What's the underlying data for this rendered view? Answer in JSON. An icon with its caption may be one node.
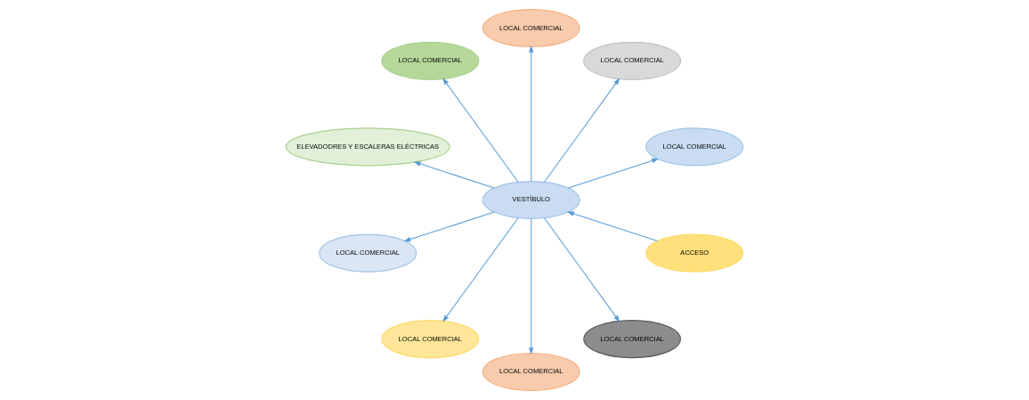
{
  "diagram": {
    "nodes": [
      {
        "text": [
          "LOCAL COMERCIAL"
        ]
      },
      {
        "text": [
          "LOCAL COMERCIAL"
        ]
      },
      {
        "text": [
          "ACCESO"
        ]
      },
      {
        "text": [
          "LOCAL COMERCIAL"
        ]
      },
      {
        "text": [
          "LOCAL COMERCIAL"
        ]
      },
      {
        "text": [
          "VESTÍBULO"
        ]
      },
      {
        "text": [
          "ELEVADODRES Y ESCALERAS ELÉCTRICAS"
        ]
      },
      {
        "text": [
          "LOCAL COMERCIAL"
        ]
      },
      {
        "text": [
          "LOCAL COMERCIAL"
        ]
      },
      {
        "text": [
          "LOCAL COMERCIAL"
        ]
      },
      {
        "text": [
          "LOCAL COMERCIAL"
        ]
      }
    ],
    "edges": [
      {
        "from": 2,
        "to": 5,
        "arrow": "to"
      },
      {
        "from": 5,
        "to": 0,
        "arrow": "to"
      },
      {
        "from": 5,
        "to": 1,
        "arrow": "to"
      },
      {
        "from": 5,
        "to": 3,
        "arrow": "to"
      },
      {
        "from": 5,
        "to": 4,
        "arrow": "to"
      },
      {
        "from": 5,
        "to": 6,
        "arrow": "to"
      },
      {
        "from": 5,
        "to": 7,
        "arrow": "to"
      },
      {
        "from": 5,
        "to": 8,
        "arrow": "to"
      },
      {
        "from": 5,
        "to": 9,
        "arrow": "to"
      },
      {
        "from": 5,
        "to": 10,
        "arrow": "to"
      }
    ]
  }
}
